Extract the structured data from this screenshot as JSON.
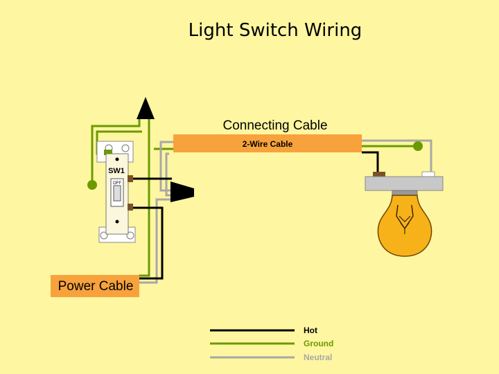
{
  "title": "Light Switch Wiring",
  "labels": {
    "connecting_cable": "Connecting Cable",
    "two_wire_cable": "2-Wire Cable",
    "power_cable": "Power Cable",
    "switch_id": "SW1",
    "switch_state": "OFF"
  },
  "legend": [
    {
      "label": "Hot",
      "color": "#000000"
    },
    {
      "label": "Ground",
      "color": "#6a9a00"
    },
    {
      "label": "Neutral",
      "color": "#a8a8a8"
    }
  ],
  "colors": {
    "background": "#fef6a0",
    "cable": "#f7a23c",
    "hot": "#000000",
    "ground": "#6a9a00",
    "neutral": "#a8a8a8",
    "bulb": "#f7b21a"
  }
}
